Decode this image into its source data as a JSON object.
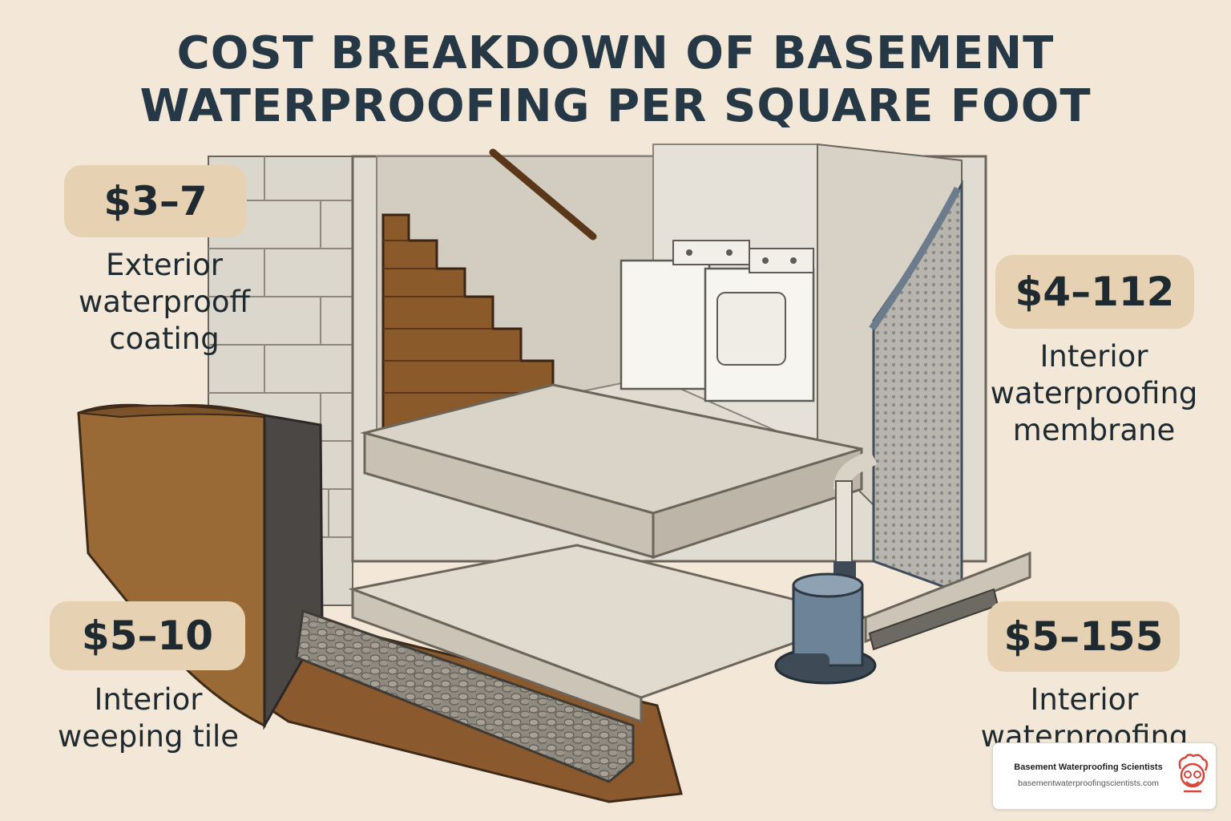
{
  "title": {
    "line1": "COST BREAKDOWN OF BASEMENT",
    "line2": "WATERPROOFING PER SQUARE FOOT"
  },
  "callouts": [
    {
      "price": "$3–7",
      "lines": [
        "Exterior",
        "waterprooff",
        "coating"
      ]
    },
    {
      "price": "$4–112",
      "lines": [
        "Interior",
        "waterproofing",
        "membrane"
      ]
    },
    {
      "price": "$5–10",
      "lines": [
        "Interior",
        "weeping tile"
      ]
    },
    {
      "price": "$5–155",
      "lines": [
        "Interior",
        "waterproofing"
      ]
    }
  ],
  "logo": {
    "name": "Basement Waterproofing Scientists",
    "url": "basementwaterproofingscientists.com",
    "icon": "scientist-icon"
  },
  "colors": {
    "background": "#f3e8d8",
    "badge": "#e6d2b3",
    "title": "#263845",
    "soil": "#8a5a2e"
  }
}
